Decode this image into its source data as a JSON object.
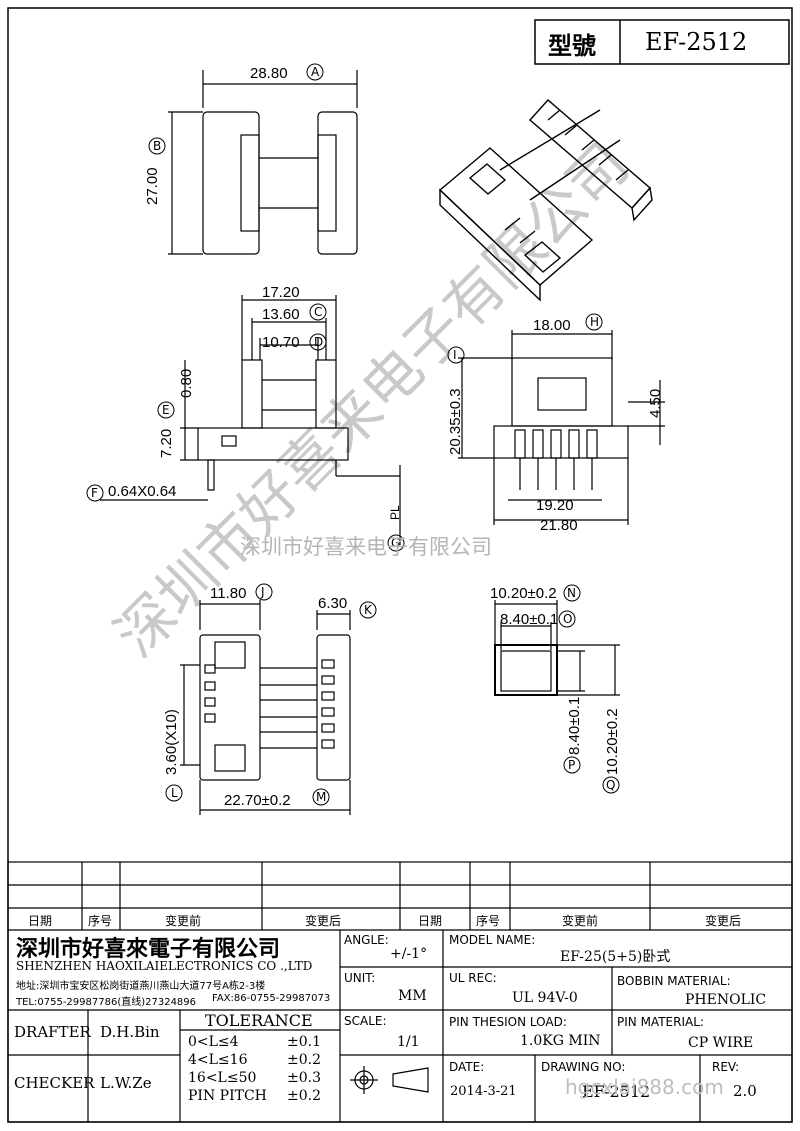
{
  "header": {
    "model_label": "型號",
    "model_value": "EF-2512"
  },
  "dimensions": {
    "A": "28.80",
    "B": "27.00",
    "C": "17.20",
    "C2": "13.60",
    "D": "10.70",
    "E": "0.80",
    "E2": "7.20",
    "F": "0.64X0.64",
    "PL": "PL",
    "H": "18.00",
    "I": "20.35±0.3",
    "I2": "4.50",
    "bot1": "19.20",
    "bot2": "21.80",
    "J": "11.80",
    "K": "6.30",
    "L": "3.60(X10)",
    "M": "22.70±0.2",
    "N": "10.20±0.2",
    "O": "8.40±0.1",
    "P": "8.40±0.1",
    "Q": "10.20±0.2"
  },
  "letters": [
    "A",
    "B",
    "C",
    "D",
    "E",
    "F",
    "G",
    "H",
    "I",
    "J",
    "K",
    "L",
    "M",
    "N",
    "O",
    "P",
    "Q"
  ],
  "watermark": {
    "center": "深圳市好喜来电子有限公司",
    "diagonal": "深圳市好喜来电子有限公司",
    "footer": "hgcxlai888.com"
  },
  "revision_table": {
    "headers": [
      "日期",
      "序号",
      "变更前",
      "变更后",
      "日期",
      "序号",
      "变更前",
      "变更后"
    ]
  },
  "title_block": {
    "company_cn": "深圳市好喜來電子有限公司",
    "company_en": "SHENZHEN HAOXILAIELECTRONICS CO .,LTD",
    "address": "地址:深圳市宝安区松岗街道燕川燕山大道77号A栋2-3楼",
    "tel": "TEL:0755-29987786(直线)27324896",
    "fax": "FAX:86-0755-29987073",
    "angle_label": "ANGLE:",
    "angle_value": "+/-1°",
    "unit_label": "UNIT:",
    "unit_value": "MM",
    "scale_label": "SCALE:",
    "scale_value": "1/1",
    "model_name_label": "MODEL NAME:",
    "model_name_value": "EF-25(5+5)卧式",
    "ul_label": "UL REC:",
    "ul_value": "UL 94V-0",
    "bobbin_label": "BOBBIN MATERIAL:",
    "bobbin_value": "PHENOLIC",
    "pin_load_label": "PIN THESION LOAD:",
    "pin_load_value": "1.0KG MIN",
    "pin_mat_label": "PIN MATERIAL:",
    "pin_mat_value": "CP  WIRE",
    "date_label": "DATE:",
    "date_value": "2014-3-21",
    "drawing_label": "DRAWING NO:",
    "drawing_value": "EF-2512",
    "rev_label": "REV:",
    "rev_value": "2.0",
    "drafter_label": "DRAFTER",
    "drafter_value": "D.H.Bin",
    "checker_label": "CHECKER",
    "checker_value": "L.W.Ze",
    "tolerance_title": "TOLERANCE",
    "tolerance_rows": [
      {
        "range": "0<L≤4",
        "tol": "±0.1"
      },
      {
        "range": "4<L≤16",
        "tol": "±0.2"
      },
      {
        "range": "16<L≤50",
        "tol": "±0.3"
      },
      {
        "range": "PIN PITCH",
        "tol": "±0.2"
      }
    ]
  }
}
